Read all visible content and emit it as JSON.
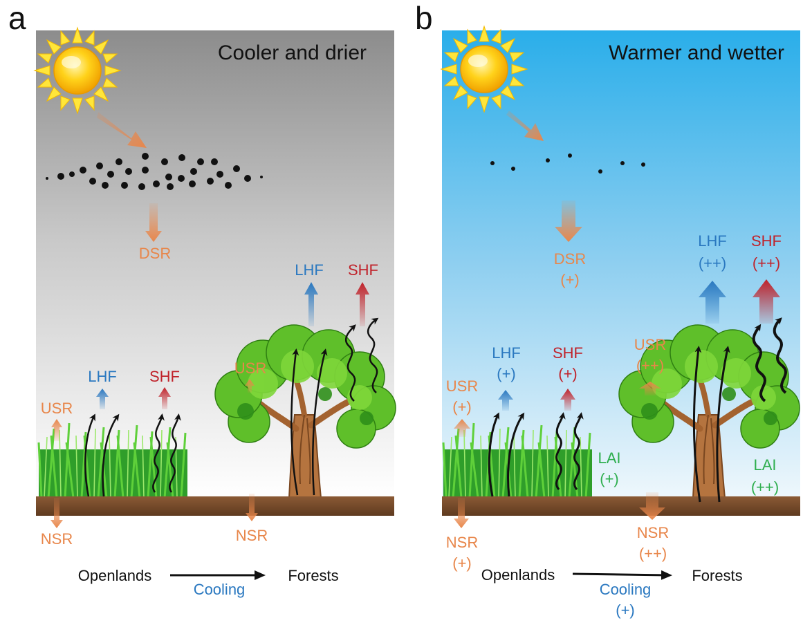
{
  "panels": [
    {
      "letter": "a",
      "title": "Cooler and drier",
      "dsr": "DSR",
      "lhf_tree": "LHF",
      "shf_tree": "SHF",
      "usr_tree": "USR",
      "lhf_grass": "LHF",
      "shf_grass": "SHF",
      "usr_grass": "USR",
      "nsr_grass": "NSR",
      "nsr_tree": "NSR",
      "openlands": "Openlands",
      "forests": "Forests",
      "cooling": "Cooling"
    },
    {
      "letter": "b",
      "title": "Warmer and wetter",
      "dsr": "DSR",
      "dsr_sign": "(+)",
      "lhf_tree": "LHF",
      "lhf_tree_sign": "(++)",
      "shf_tree": "SHF",
      "shf_tree_sign": "(++)",
      "usr_tree": "USR",
      "usr_tree_sign": "(++)",
      "lhf_grass": "LHF",
      "lhf_grass_sign": "(+)",
      "shf_grass": "SHF",
      "shf_grass_sign": "(+)",
      "usr_grass": "USR",
      "usr_grass_sign": "(+)",
      "lai_grass": "LAI",
      "lai_grass_sign": "(+)",
      "lai_tree": "LAI",
      "lai_tree_sign": "(++)",
      "nsr_grass": "NSR",
      "nsr_grass_sign": "(+)",
      "nsr_tree": "NSR",
      "nsr_tree_sign": "(++)",
      "openlands": "Openlands",
      "forests": "Forests",
      "cooling": "Cooling",
      "cooling_sign": "(+)"
    }
  ],
  "colors": {
    "shortwave": "#e8864a",
    "latent_heat": "#2a78c0",
    "sensible_heat": "#c0222a",
    "lai": "#2eae4e",
    "sky_dry": "#8a8a8a",
    "sky_wet": "#2aaeea",
    "soil": "#7a4a2a"
  },
  "icons": [
    "sun-icon",
    "aerosol-cloud",
    "grass-icon",
    "tree-icon",
    "flux-arrow"
  ]
}
